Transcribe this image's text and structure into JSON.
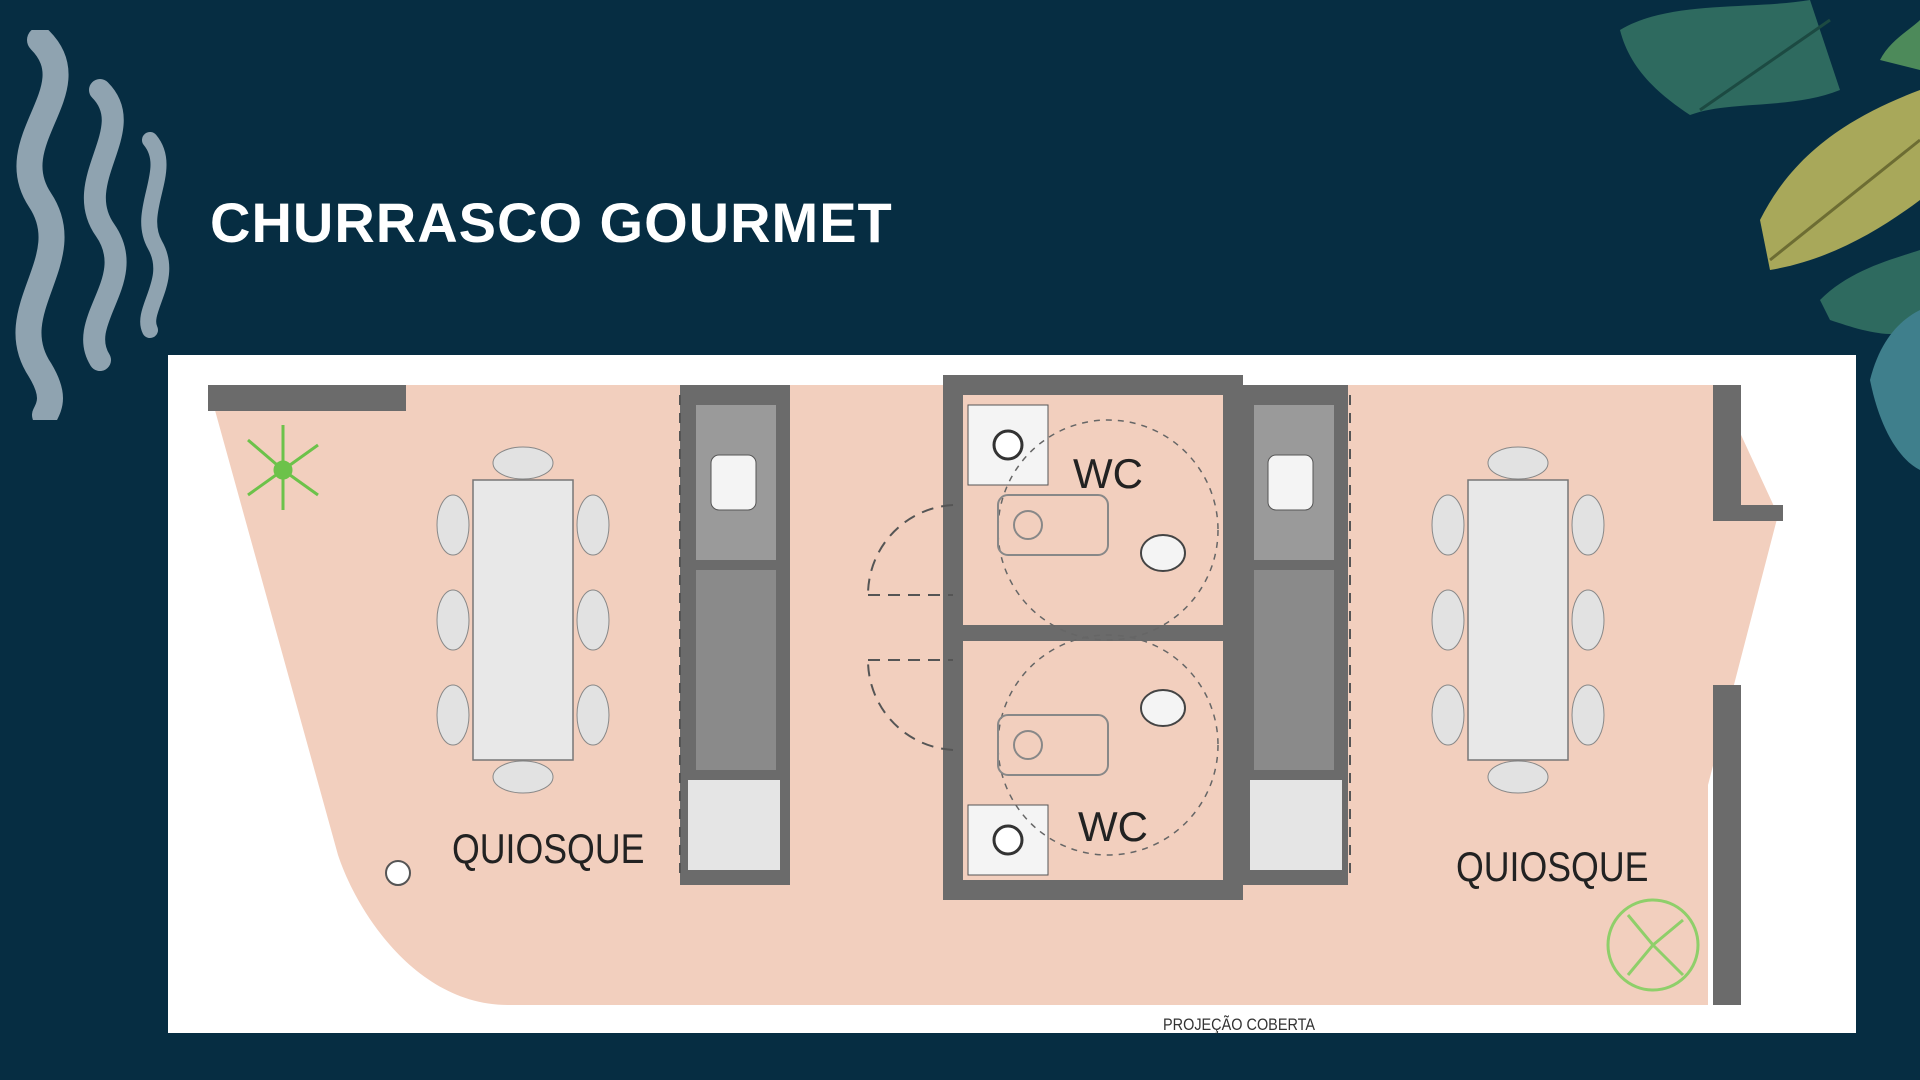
{
  "slide": {
    "title": "CHURRASCO GOURMET"
  },
  "floor_plan": {
    "labels": {
      "kiosk_left": "QUIOSQUE",
      "kiosk_right": "QUIOSQUE",
      "wc_top": "WC",
      "wc_bottom": "WC",
      "roof_projection": "PROJEÇÃO COBERTA"
    }
  },
  "colors": {
    "background": "#062d42",
    "floor": "#f2cfbe",
    "walls": "#6b6b6b",
    "title": "#ffffff",
    "decor_waves": "#8fa3b0",
    "decor_leaves": "#2e6a5f",
    "plants": "#6cc24a"
  },
  "icons": [
    "wave-decoration-icon",
    "tropical-leaves-icon",
    "plant-icon",
    "wheelchair-icon",
    "toilet-icon",
    "sink-icon",
    "chair-icon"
  ]
}
